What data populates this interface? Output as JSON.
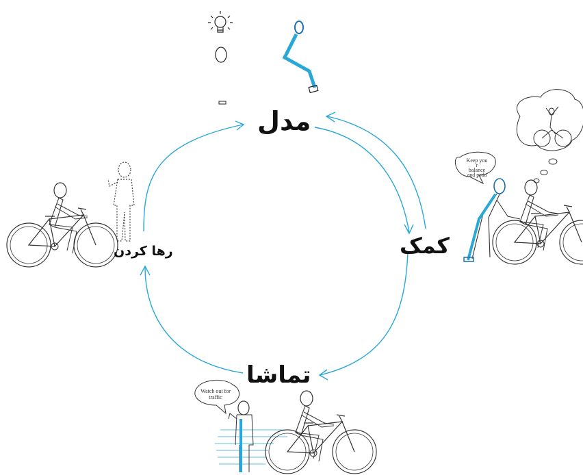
{
  "colors": {
    "arrow": "#29a8d8",
    "figure": "#1a6fb0",
    "line": "#333333"
  },
  "cycle": {
    "model": {
      "label": "مدل"
    },
    "help": {
      "label": "کمک"
    },
    "watch": {
      "label": "تماشا"
    },
    "release": {
      "label": "رها کردن"
    }
  },
  "bubbles": {
    "help": {
      "lines": [
        "Keep you",
        "r",
        "balance",
        "and peda"
      ]
    },
    "watch": {
      "lines": [
        "Watch out for",
        "traffic"
      ]
    }
  },
  "icons": [
    "lightbulb-icon",
    "teaching-arm-icon",
    "bicycle-icon",
    "ghost-person-icon",
    "thought-bubble-icon"
  ]
}
